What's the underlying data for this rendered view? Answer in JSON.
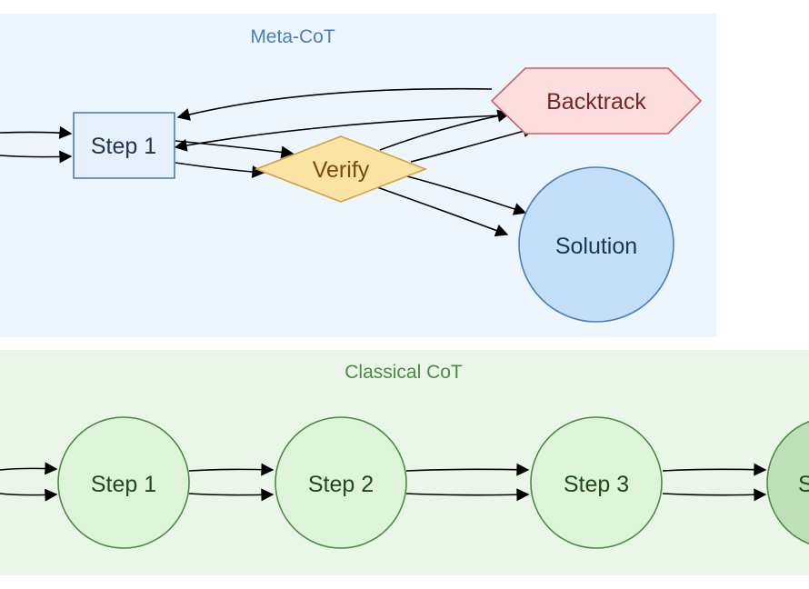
{
  "clusters": {
    "meta": {
      "title": "Meta-CoT",
      "bg": "#eef6fd",
      "title_color": "#4a7fb8"
    },
    "classical": {
      "title": "Classical CoT",
      "bg": "#eaf6e8",
      "title_color": "#4c8a44"
    }
  },
  "meta_nodes": {
    "step1": {
      "label": "Step 1",
      "fill": "#e6f0fb",
      "stroke": "#4a7fb8",
      "text": "#1f3550"
    },
    "verify": {
      "label": "Verify",
      "fill": "#fbe3a5",
      "stroke": "#d2a23c",
      "text": "#7a4a0a"
    },
    "backtrack": {
      "label": "Backtrack",
      "fill": "#fddfdf",
      "stroke": "#c9625b",
      "text": "#7a2424"
    },
    "solution": {
      "label": "Solution",
      "fill": "#c4dff8",
      "stroke": "#4a7fb8",
      "text": "#1f3550"
    }
  },
  "classical_nodes": {
    "step1": {
      "label": "Step 1"
    },
    "step2": {
      "label": "Step 2"
    },
    "step3": {
      "label": "Step 3"
    },
    "final": {
      "label": "S"
    },
    "fill": "#ddf4d9",
    "final_fill": "#bde0b8",
    "stroke": "#4c8a44",
    "text": "#1f4a1c"
  }
}
